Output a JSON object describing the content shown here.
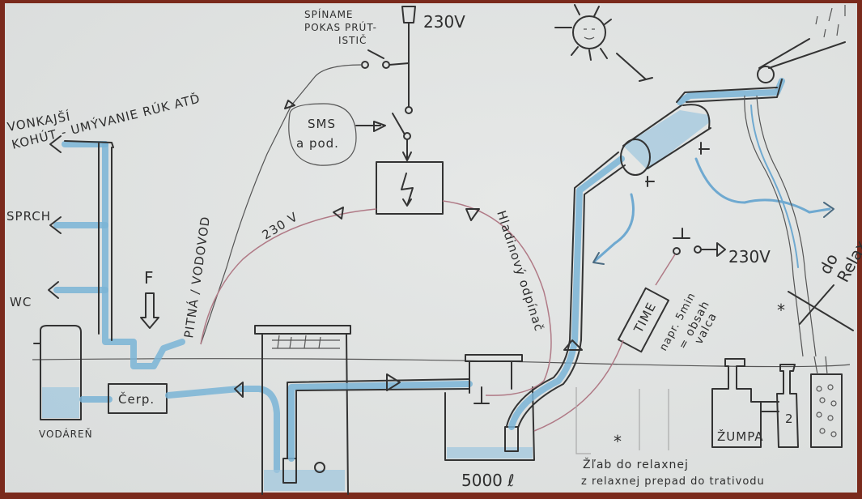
{
  "diagram": {
    "type": "hand-drawn water system sketch",
    "labels": {
      "outdoor_use": [
        "VONKAJŠÍ",
        "KOHÚT - UMÝVANIE RÚK ATĎ"
      ],
      "shower": "SPRCH",
      "wc": "WC",
      "filter": "F",
      "drinking_water": "PITNÁ / VODOVOD",
      "waterworks": "VODÁREŇ",
      "pump": "Čerp.",
      "switch_note": [
        "SPÍNAME",
        "POKAS PRÚT-",
        "ISTIČ"
      ],
      "mains_voltage_top": "230V",
      "sms": [
        "SMS",
        "a pod."
      ],
      "wire_230v": "230 V",
      "level_switch": "Hladinový odpínač",
      "tank_volume": "5000 ℓ",
      "mains_voltage_right": "230V",
      "timer": "TIME",
      "timer_note": [
        "napr. 5min",
        "= obsah",
        "valca"
      ],
      "to_relax": [
        "do",
        "Relax"
      ],
      "cesspit": "ŽUMPA",
      "chamber_number": "2",
      "footnote_marker": "*",
      "footnote": [
        "Žľab do relaxnej",
        "z relaxnej prepad do trativodu"
      ]
    },
    "symbols": {
      "sun": "sun-with-face-icon",
      "lightning": "lightning-icon",
      "valve": "valve-icon",
      "switch": "switch-icon",
      "plug": "plug-icon"
    },
    "colors": {
      "paper": "#dfe1e0",
      "frame": "#7a2a1c",
      "pencil": "#333333",
      "water": "#7ab4d6",
      "wire": "#b07a86"
    }
  }
}
